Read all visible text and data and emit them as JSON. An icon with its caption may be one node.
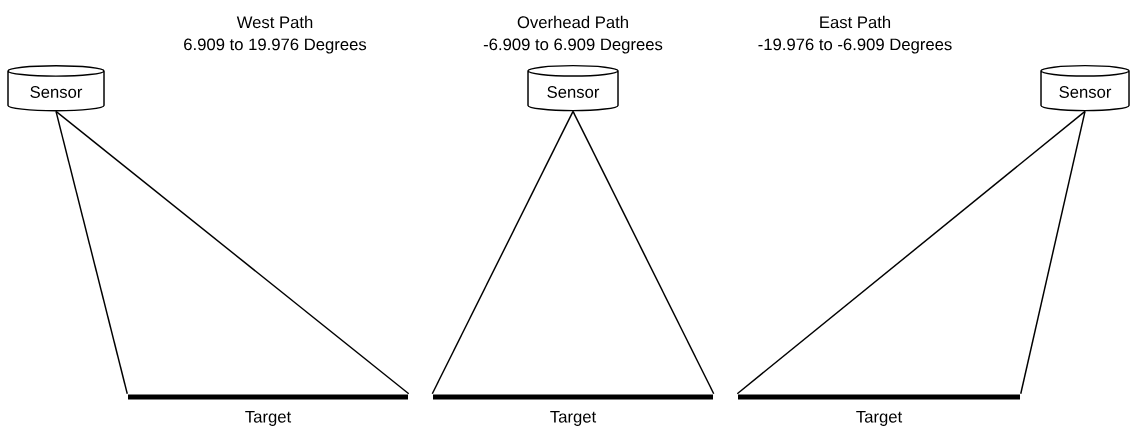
{
  "diagram": {
    "nodes": [
      {
        "text": [
          "Sensor"
        ]
      },
      {
        "text": [
          "Sensor"
        ]
      },
      {
        "text": [
          "Sensor"
        ]
      },
      {
        "text": [
          "Target"
        ]
      },
      {
        "text": [
          "Target"
        ]
      },
      {
        "text": [
          "Target"
        ]
      }
    ],
    "edges": [
      {
        "from": 0,
        "to": 3,
        "arrow": "none"
      },
      {
        "from": 0,
        "to": 3,
        "arrow": "none"
      },
      {
        "from": 1,
        "to": 4,
        "arrow": "none"
      },
      {
        "from": 1,
        "to": 4,
        "arrow": "none"
      },
      {
        "from": 2,
        "to": 5,
        "arrow": "none"
      },
      {
        "from": 2,
        "to": 5,
        "arrow": "none"
      }
    ],
    "labels": [
      "West Path",
      "6.909 to 19.976 Degrees",
      "Overhead Path",
      "-6.909 to 6.909 Degrees",
      "East Path",
      "-19.976 to -6.909 Degrees"
    ]
  }
}
